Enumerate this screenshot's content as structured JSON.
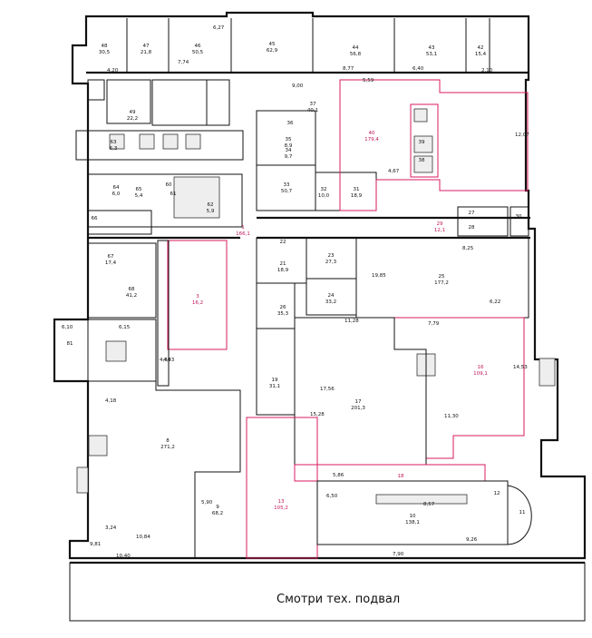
{
  "footer": {
    "note": "Смотри тех. подвал"
  },
  "rooms": [
    {
      "id": "48",
      "area": "30,5"
    },
    {
      "id": "47",
      "area": "21,8"
    },
    {
      "id": "46",
      "area": "50,5"
    },
    {
      "id": "45",
      "area": "62,9"
    },
    {
      "id": "44",
      "area": "56,8"
    },
    {
      "id": "43",
      "area": "53,1"
    },
    {
      "id": "42",
      "area": "15,4"
    },
    {
      "id": "49",
      "area": "22,2"
    },
    {
      "id": "37",
      "area": "40,1"
    },
    {
      "id": "36",
      "area": ""
    },
    {
      "id": "35",
      "area": "8,9"
    },
    {
      "id": "34",
      "area": "9,7"
    },
    {
      "id": "33",
      "area": "50,7"
    },
    {
      "id": "32",
      "area": "10,0"
    },
    {
      "id": "31",
      "area": "18,9"
    },
    {
      "id": "40",
      "area": "179,4"
    },
    {
      "id": "39",
      "area": ""
    },
    {
      "id": "38",
      "area": ""
    },
    {
      "id": "29",
      "area": "12,1"
    },
    {
      "id": "28",
      "area": ""
    },
    {
      "id": "27",
      "area": ""
    },
    {
      "id": "30",
      "area": ""
    },
    {
      "id": "64",
      "area": "6,0"
    },
    {
      "id": "65",
      "area": "5,4"
    },
    {
      "id": "60",
      "area": ""
    },
    {
      "id": "61",
      "area": ""
    },
    {
      "id": "62",
      "area": "5,9"
    },
    {
      "id": "63",
      "area": "6,3"
    },
    {
      "id": "66",
      "area": ""
    },
    {
      "id": "67",
      "area": "17,4"
    },
    {
      "id": "68",
      "area": "41,2"
    },
    {
      "id": "1",
      "area": "166,1"
    },
    {
      "id": "22",
      "area": ""
    },
    {
      "id": "21",
      "area": "18,9"
    },
    {
      "id": "23",
      "area": "27,3"
    },
    {
      "id": "24",
      "area": "33,2"
    },
    {
      "id": "25",
      "area": "177,2"
    },
    {
      "id": "26",
      "area": "35,3"
    },
    {
      "id": "3",
      "area": "16,2"
    },
    {
      "id": "19",
      "area": "31,1"
    },
    {
      "id": "17",
      "area": "201,3"
    },
    {
      "id": "16",
      "area": "109,1"
    },
    {
      "id": "8",
      "area": "271,2"
    },
    {
      "id": "9",
      "area": "68,2"
    },
    {
      "id": "13",
      "area": "105,2"
    },
    {
      "id": "10",
      "area": "138,1"
    },
    {
      "id": "11",
      "area": ""
    },
    {
      "id": "12",
      "area": ""
    },
    {
      "id": "81",
      "area": ""
    },
    {
      "id": "18",
      "area": ""
    }
  ],
  "dimensions": [
    "6,27",
    "4,20",
    "8,77",
    "6,40",
    "2,10",
    "7,74",
    "9,00",
    "4,67",
    "5,59",
    "12,07",
    "8,25",
    "19,85",
    "11,28",
    "7,79",
    "6,22",
    "14,53",
    "11,30",
    "17,56",
    "15,28",
    "5,86",
    "6,50",
    "8,57",
    "9,26",
    "6,10",
    "4,40",
    "10,84",
    "9,81",
    "10,40",
    "7,90",
    "5,90",
    "6,15",
    "4,18",
    "3,24",
    "4,43"
  ],
  "status_colors": {
    "wall": "#111111",
    "marked": "#d81b60"
  }
}
